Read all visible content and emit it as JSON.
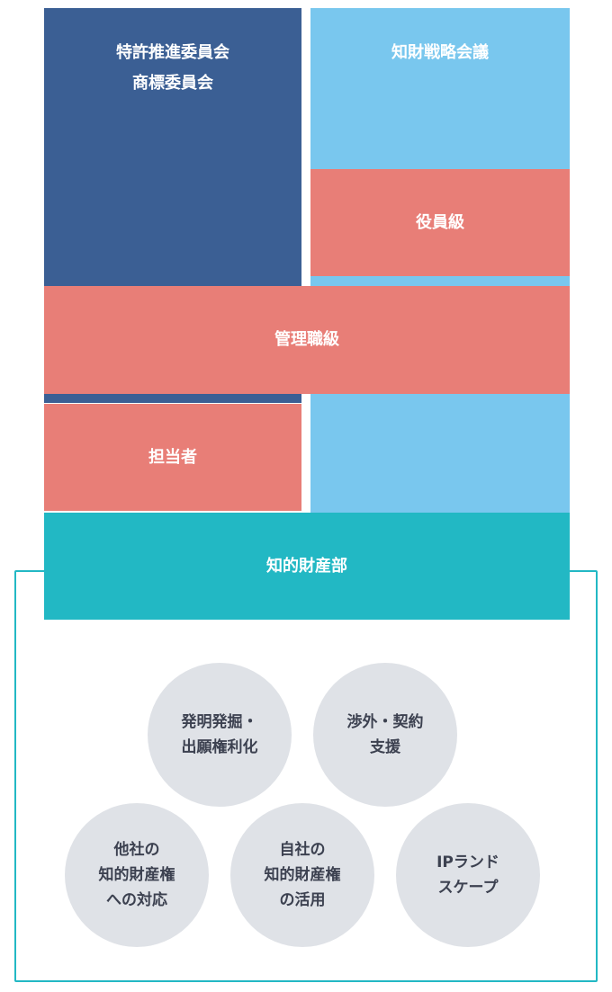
{
  "org": {
    "patent_committee": "特許推進委員会",
    "trademark_committee": "商標委員会",
    "ip_strategy_meeting": "知財戦略会議",
    "executives": "役員級",
    "managers": "管理職級",
    "staff": "担当者",
    "ip_department": "知的財産部"
  },
  "services": [
    {
      "lines": [
        "発明発掘・",
        "出願権利化"
      ]
    },
    {
      "lines": [
        "渉外・契約",
        "支援"
      ]
    },
    {
      "lines": [
        "他社の",
        "知的財産権",
        "への対応"
      ]
    },
    {
      "lines": [
        "自社の",
        "知的財産権",
        "の活用"
      ]
    },
    {
      "lines": [
        "IPランド",
        "スケープ"
      ]
    }
  ],
  "colors": {
    "navy": "#3b5f94",
    "sky": "#79c7ee",
    "coral": "#e87e77",
    "teal": "#22b8c4",
    "circle": "#dfe2e7"
  }
}
